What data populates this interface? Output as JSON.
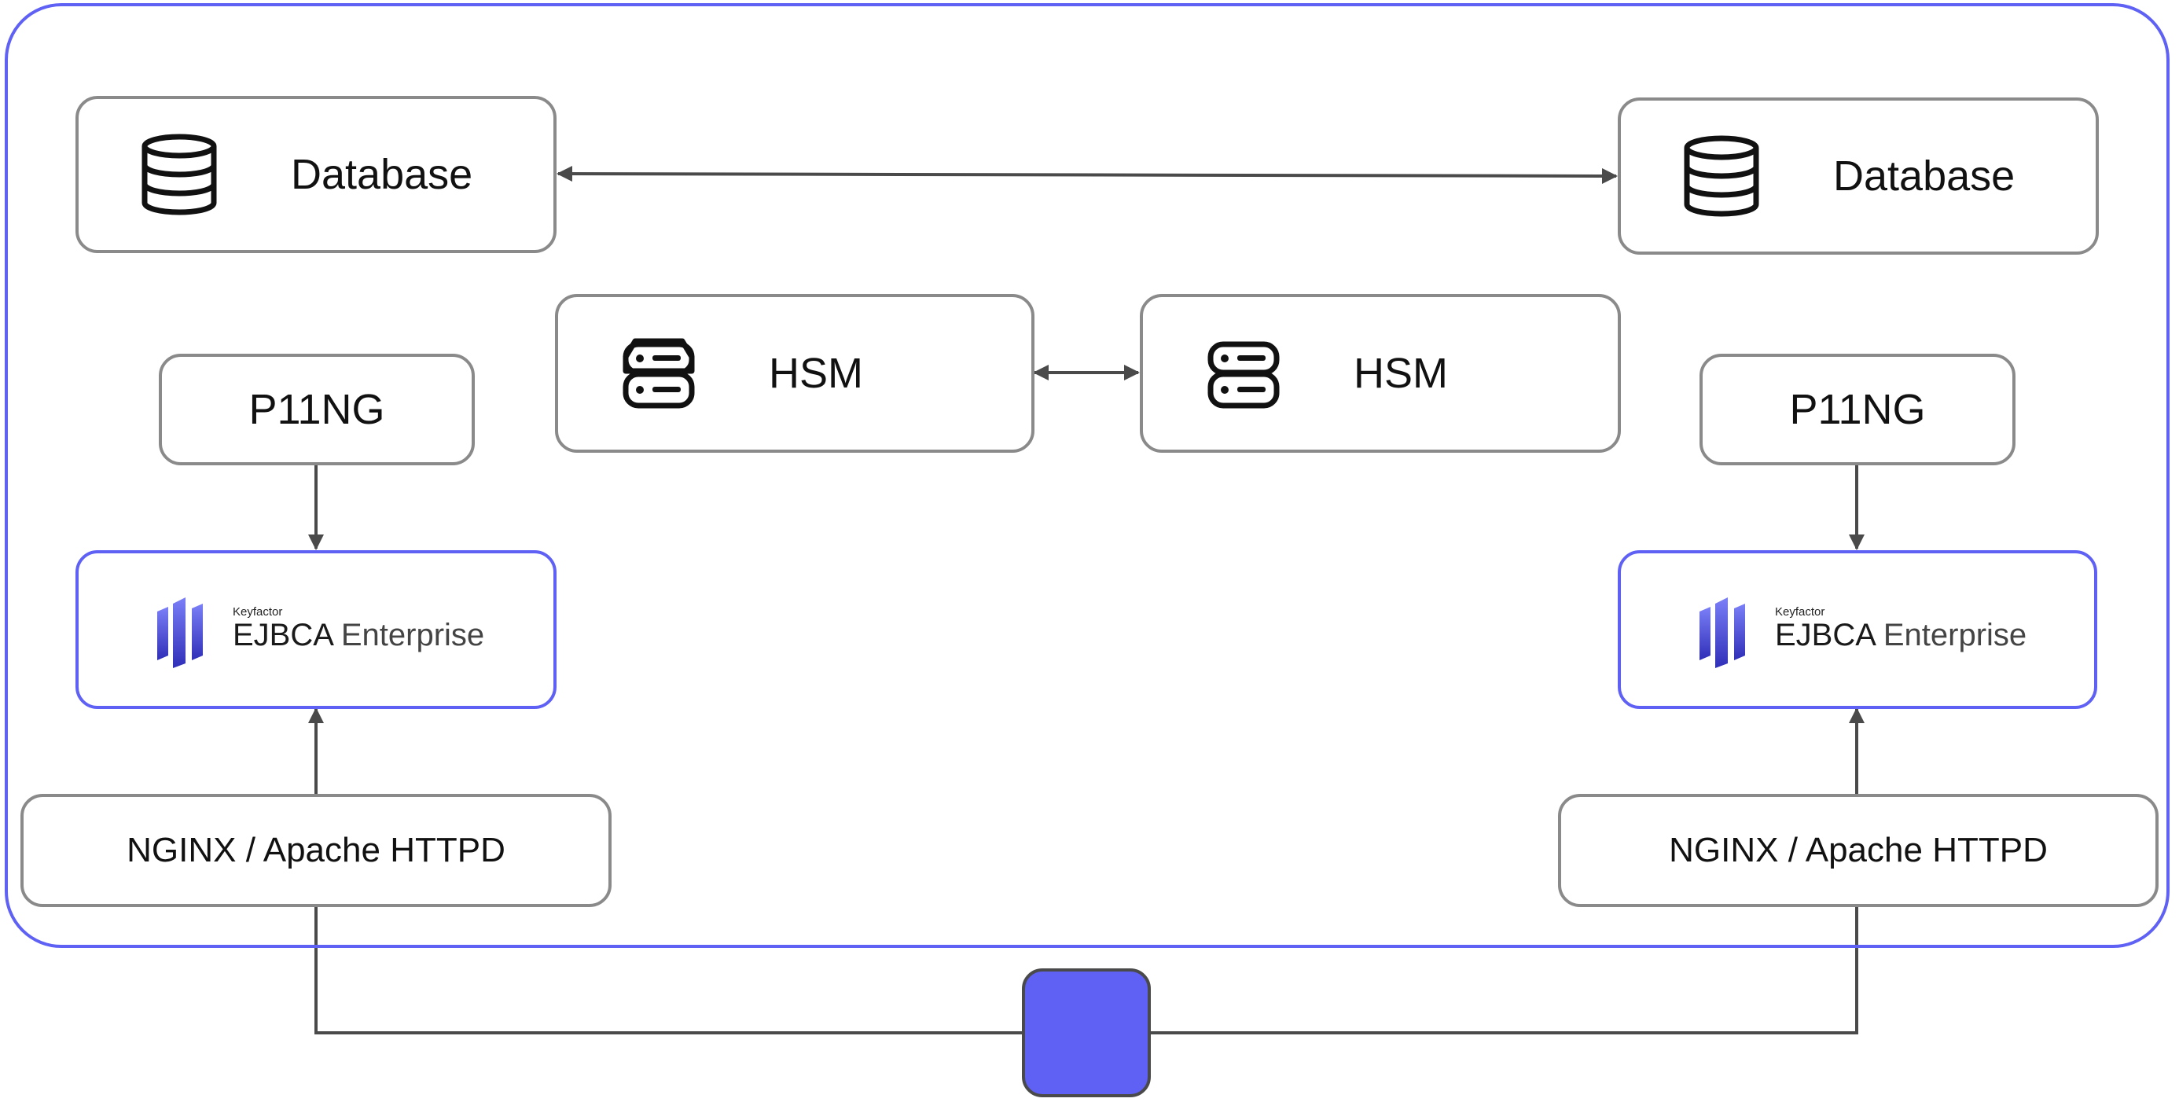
{
  "diagram": {
    "colors": {
      "accent": "#5f61f5",
      "border": "#8a8a8a",
      "connector": "#4a4a4a",
      "text": "#111111"
    },
    "left_node": {
      "database": {
        "label": "Database",
        "icon": "database-icon"
      },
      "hsm": {
        "label": "HSM",
        "icon": "server-icon"
      },
      "p11ng": {
        "label": "P11NG"
      },
      "ejbca": {
        "brand": "Keyfactor",
        "product": "EJBCA",
        "edition": "Enterprise",
        "icon": "ejbca-logo-icon"
      },
      "proxy": {
        "label": "NGINX / Apache HTTPD"
      }
    },
    "right_node": {
      "database": {
        "label": "Database",
        "icon": "database-icon"
      },
      "hsm": {
        "label": "HSM",
        "icon": "server-icon"
      },
      "p11ng": {
        "label": "P11NG"
      },
      "ejbca": {
        "brand": "Keyfactor",
        "product": "EJBCA",
        "edition": "Enterprise",
        "icon": "ejbca-logo-icon"
      },
      "proxy": {
        "label": "NGINX / Apache HTTPD"
      }
    },
    "load_balancer": {
      "icon": "load-balancer-block"
    },
    "connections": [
      {
        "from": "left_node.database",
        "to": "right_node.database",
        "direction": "both"
      },
      {
        "from": "left_node.hsm",
        "to": "right_node.hsm",
        "direction": "both"
      },
      {
        "from": "left_node.p11ng",
        "to": "left_node.ejbca",
        "direction": "forward"
      },
      {
        "from": "right_node.p11ng",
        "to": "right_node.ejbca",
        "direction": "forward"
      },
      {
        "from": "left_node.proxy",
        "to": "left_node.ejbca",
        "direction": "forward"
      },
      {
        "from": "right_node.proxy",
        "to": "right_node.ejbca",
        "direction": "forward"
      },
      {
        "from": "load_balancer",
        "to": "left_node.proxy",
        "direction": "none"
      },
      {
        "from": "load_balancer",
        "to": "right_node.proxy",
        "direction": "none"
      }
    ]
  }
}
